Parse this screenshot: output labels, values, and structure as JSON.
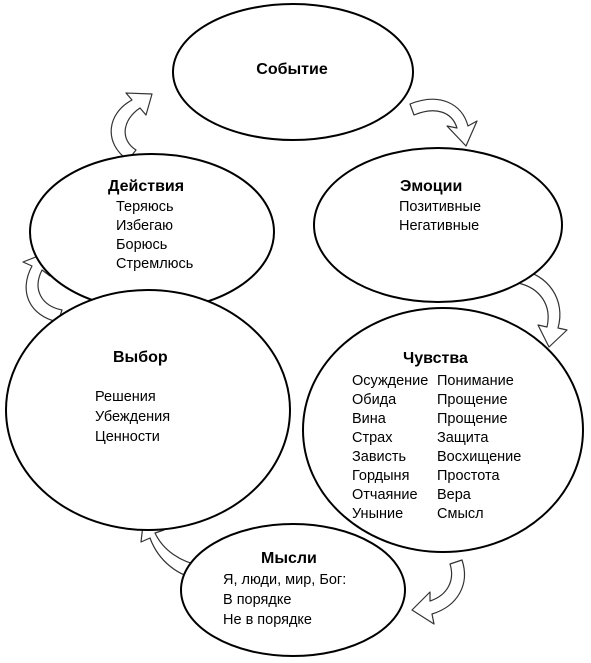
{
  "nodes": {
    "event": {
      "title": "Событие",
      "items": []
    },
    "emotions": {
      "title": "Эмоции",
      "items": [
        "Позитивные",
        "Негативные"
      ]
    },
    "feelings": {
      "title": "Чувства",
      "left": [
        "Осуждение",
        "Обида",
        "Вина",
        "Страх",
        "Зависть",
        "Гордыня",
        "Отчаяние",
        "Уныние"
      ],
      "right": [
        "Понимание",
        "Прощение",
        "Прощение",
        "Защита",
        "Восхищение",
        "Простота",
        "Вера",
        "Смысл"
      ]
    },
    "thoughts": {
      "title": "Мысли",
      "items": [
        "Я, люди, мир, Бог:",
        "В порядке",
        "Не в порядке"
      ]
    },
    "choice": {
      "title": "Выбор",
      "items": [
        "Решения",
        "Убеждения",
        "Ценности"
      ]
    },
    "actions": {
      "title": "Действия",
      "items": [
        "Теряюсь",
        "Избегаю",
        "Борюсь",
        "Стремлюсь"
      ]
    }
  },
  "colors": {
    "stroke": "#000000",
    "fill": "#ffffff",
    "arrow_stroke": "#333333"
  }
}
